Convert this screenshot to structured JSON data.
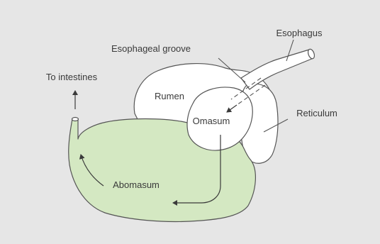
{
  "labels": {
    "esophagus": "Esophagus",
    "esophageal_groove": "Esophageal groove",
    "to_intestines": "To intestines",
    "rumen": "Rumen",
    "omasum": "Omasum",
    "reticulum": "Reticulum",
    "abomasum": "Abomasum"
  },
  "colors": {
    "background": "#e6e6e6",
    "organ_fill": "#ffffff",
    "abomasum_fill": "#d4e8c2",
    "outline": "#555555",
    "text": "#3a3a3a"
  }
}
